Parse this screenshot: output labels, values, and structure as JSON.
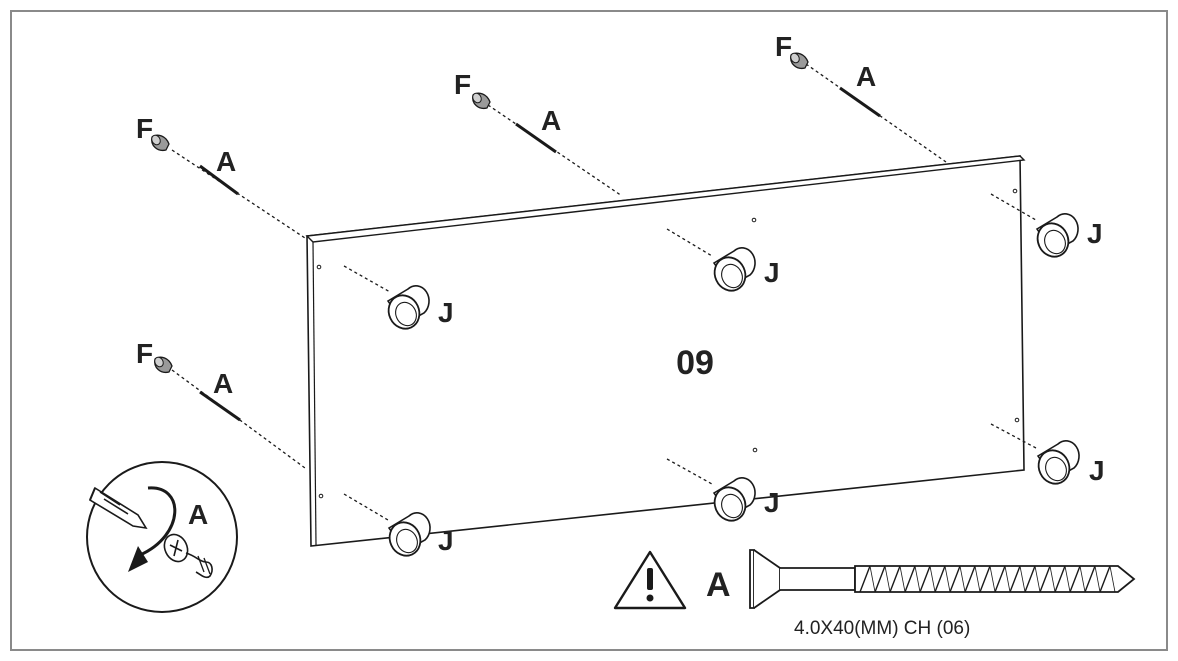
{
  "step": {
    "number": "09"
  },
  "parts": {
    "F": "F",
    "A": "A",
    "J": "J"
  },
  "hardware_note": {
    "part_letter": "A",
    "spec": "4.0X40(MM) CH (06)"
  },
  "inset": {
    "part_letter": "A"
  },
  "colors": {
    "frame": "#8a8a8a",
    "line": "#1a1a1a",
    "panel_fill": "#ffffff",
    "cap_fill": "#9a9a9a"
  }
}
